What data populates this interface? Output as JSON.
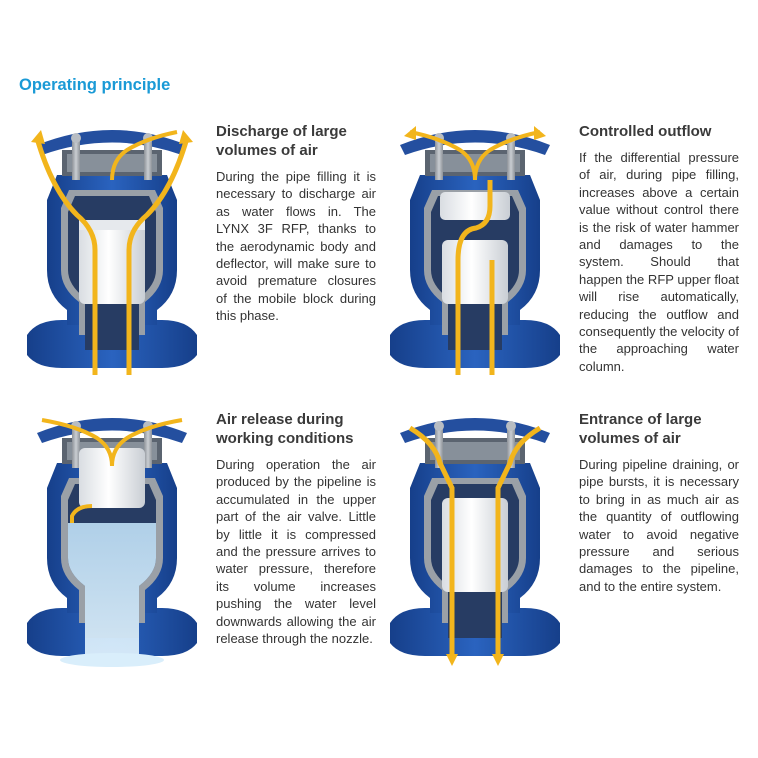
{
  "page": {
    "heading": "Operating principle",
    "sections": [
      {
        "title": "Discharge of large volumes of air",
        "body": "During the pipe filling it is necessary to discharge air as water flows in. The LYNX 3F RFP, thanks to the aerodynamic body and deflector, will make sure to avoid premature closures of the mobile block during this phase."
      },
      {
        "title": "Controlled outflow",
        "body": "If the differential pressure of air, during pipe filling, increases above a certain value without control there is the risk of water hammer and damages to the system. Should that happen the RFP upper float will rise automatically, reducing the outflow and consequently the velocity of the approaching water column."
      },
      {
        "title": "Air release during working conditions",
        "body": "During operation the air produced by the pipeline is accumulated in the upper part of the air valve. Little by little it is compressed and the pressure arrives to water pressure, therefore its volume increases pushing the water level downwards allowing the air release through the nozzle."
      },
      {
        "title": "Entrance of large volumes of air",
        "body": "During pipeline draining, or pipe bursts, it is necessary to bring in as much air as the quantity of outflowing water to avoid negative pressure and serious damages to the pipeline, and to the entire system."
      }
    ],
    "colors": {
      "heading": "#1a9ad6",
      "valve_body": "#1f4fa0",
      "arrow": "#f2b51c",
      "float": "#f4f4f4"
    }
  }
}
